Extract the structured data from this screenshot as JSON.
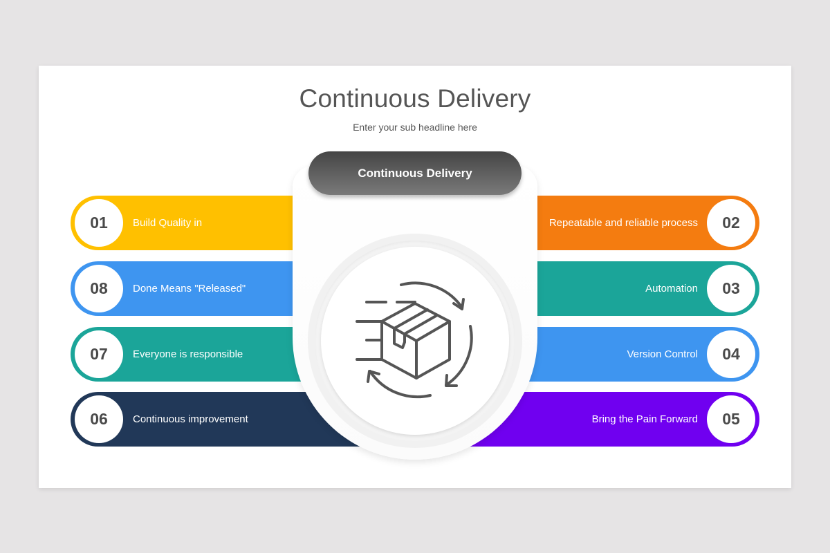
{
  "slide": {
    "title": "Continuous Delivery",
    "subtitle": "Enter your sub headline here",
    "center_label": "Continuous Delivery",
    "center_icon": "delivery-box-cycle-icon"
  },
  "items": [
    {
      "number": "01",
      "label": "Build Quality in",
      "color": "#FFC000",
      "side": "left"
    },
    {
      "number": "02",
      "label": "Repeatable and reliable process",
      "color": "#F47C10",
      "side": "right"
    },
    {
      "number": "03",
      "label": "Automation",
      "color": "#1BA599",
      "side": "right"
    },
    {
      "number": "04",
      "label": "Version Control",
      "color": "#3E95F0",
      "side": "right"
    },
    {
      "number": "05",
      "label": "Bring the Pain Forward",
      "color": "#7000F0",
      "side": "right"
    },
    {
      "number": "06",
      "label": "Continuous improvement",
      "color": "#213858",
      "side": "left"
    },
    {
      "number": "07",
      "label": "Everyone is responsible",
      "color": "#1BA599",
      "side": "left"
    },
    {
      "number": "08",
      "label": "Done Means \"Released\"",
      "color": "#3E95F0",
      "side": "left"
    }
  ],
  "colors": {
    "background": "#e6e4e5",
    "slide": "#ffffff",
    "title_text": "#555555",
    "number_text": "#4a4a4a"
  }
}
